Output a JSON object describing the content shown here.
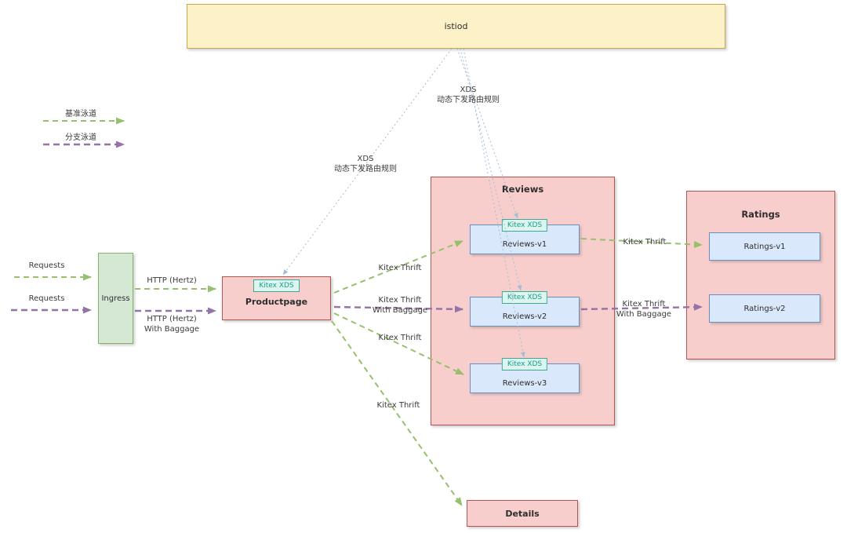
{
  "legend": {
    "baseline_label": "基准泳道",
    "branch_label": "分支泳道"
  },
  "nodes": {
    "istiod": {
      "label": "istiod"
    },
    "ingress": {
      "label": "Ingress"
    },
    "productpage": {
      "label": "Productpage",
      "chip": "Kitex XDS"
    },
    "reviews": {
      "label": "Reviews",
      "items": [
        {
          "label": "Reviews-v1",
          "chip": "Kitex XDS"
        },
        {
          "label": "Reviews-v2",
          "chip": "Kitex XDS"
        },
        {
          "label": "Reviews-v3",
          "chip": "Kitex XDS"
        }
      ]
    },
    "ratings": {
      "label": "Ratings",
      "items": [
        {
          "label": "Ratings-v1"
        },
        {
          "label": "Ratings-v2"
        }
      ]
    },
    "details": {
      "label": "Details"
    }
  },
  "edges": {
    "requests_baseline": {
      "label": "Requests"
    },
    "requests_branch": {
      "label": "Requests"
    },
    "ingress_to_productpage_baseline": {
      "label": "HTTP (Hertz)"
    },
    "ingress_to_productpage_branch": {
      "label": "HTTP (Hertz)\nWith Baggage"
    },
    "productpage_to_reviews_v1": {
      "label": "Kitex Thrift"
    },
    "productpage_to_reviews_v2": {
      "label": "Kitex Thrift\nWith Baggage"
    },
    "productpage_to_reviews_v3": {
      "label": "Kitex Thrift"
    },
    "productpage_to_details": {
      "label": "Kitex Thrift"
    },
    "reviews_v1_to_ratings_v1": {
      "label": "Kitex Thrift"
    },
    "reviews_v2_to_ratings_v2": {
      "label": "Kitex Thrift\nWith Baggage"
    },
    "istiod_to_productpage": {
      "label": "XDS\n动态下发路由规则"
    },
    "istiod_to_reviews": {
      "label": "XDS\n动态下发路由规则"
    }
  },
  "colors": {
    "istiod_fill": "#fdf1c7",
    "istiod_border": "#c9a94d",
    "ingress_fill": "#d5e8d4",
    "ingress_border": "#82b366",
    "service_fill": "#f8cecc",
    "service_border": "#b85450",
    "version_fill": "#dae8fc",
    "version_border": "#6c8ebf",
    "chip_fill": "#dcf6ef",
    "chip_border": "#3fa796",
    "chip_text": "#159d8b",
    "baseline_arrow": "#96c06e",
    "branch_arrow": "#9673a6",
    "xds_line": "#a4bdd6"
  }
}
